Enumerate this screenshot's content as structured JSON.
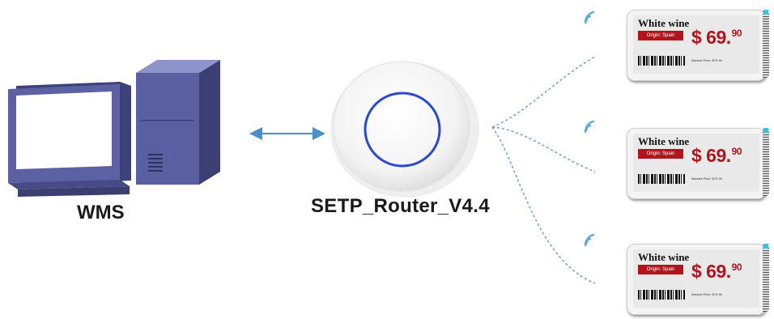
{
  "diagram": {
    "wms_label": "WMS",
    "router_label": "SETP_Router_V4.4"
  },
  "tags": [
    {
      "product": "White wine",
      "origin": "Origin: Spain",
      "price": "$ 69.",
      "cents": "90",
      "marked_price": "Marked Price: $79.90"
    },
    {
      "product": "White wine",
      "origin": "Origin: Spain",
      "price": "$ 69.",
      "cents": "90",
      "marked_price": "Marked Price: $79.90"
    },
    {
      "product": "White wine",
      "origin": "Origin: Spain",
      "price": "$ 69.",
      "cents": "90",
      "marked_price": "Marked Price: $79.90"
    }
  ],
  "colors": {
    "computer_blue": "#5b5f9c",
    "price_red": "#b3141c",
    "router_ring": "#2a47d6",
    "wifi_blue": "#5aa7d8"
  },
  "icons": [
    "computer-monitor-icon",
    "computer-tower-icon",
    "router-icon",
    "wifi-signal-icon"
  ]
}
